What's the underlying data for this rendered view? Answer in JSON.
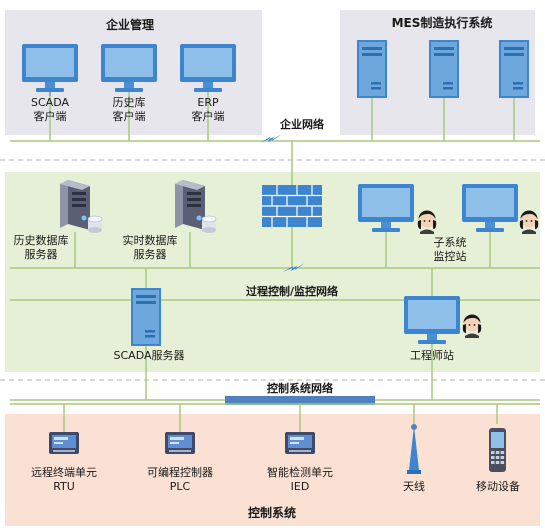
{
  "enterprise": {
    "title": "企业管理",
    "mes_title": "MES制造执行系统",
    "network_label": "企业网络",
    "clients": [
      {
        "line1": "SCADA",
        "line2": "客户端"
      },
      {
        "line1": "历史库",
        "line2": "客户端"
      },
      {
        "line1": "ERP",
        "line2": "客户端"
      }
    ]
  },
  "process": {
    "history_server": {
      "line1": "历史数据库",
      "line2": "服务器"
    },
    "realtime_server": {
      "line1": "实时数据库",
      "line2": "服务器"
    },
    "subsystem": {
      "line1": "子系统",
      "line2": "监控站"
    },
    "network_label": "过程控制/监控网络",
    "scada_server": "SCADA服务器",
    "engineer_station": "工程师站"
  },
  "control": {
    "network_label": "控制系统网络",
    "title": "控制系统",
    "devices": [
      {
        "line1": "远程终端单元",
        "line2": "RTU"
      },
      {
        "line1": "可编程控制器",
        "line2": "PLC"
      },
      {
        "line1": "智能检测单元",
        "line2": "IED"
      },
      {
        "line1": "天线",
        "line2": ""
      },
      {
        "line1": "移动设备",
        "line2": ""
      }
    ]
  },
  "colors": {
    "top_zone": "#e6e6ec",
    "middle_zone": "#e6f0d6",
    "bottom_zone": "#fbe1d3",
    "network_line": "#a9c97f",
    "control_bus": "#4f81bd",
    "computer_blue": "#3d86cf",
    "screen": "#6ea7dc"
  },
  "icons": [
    "desktop-computer-icon",
    "tower-server-icon",
    "dark-server-icon",
    "database-cylinder-icon",
    "firewall-icon",
    "lightning-link-icon",
    "user-avatar-icon",
    "control-device-icon",
    "antenna-icon",
    "mobile-device-icon"
  ]
}
